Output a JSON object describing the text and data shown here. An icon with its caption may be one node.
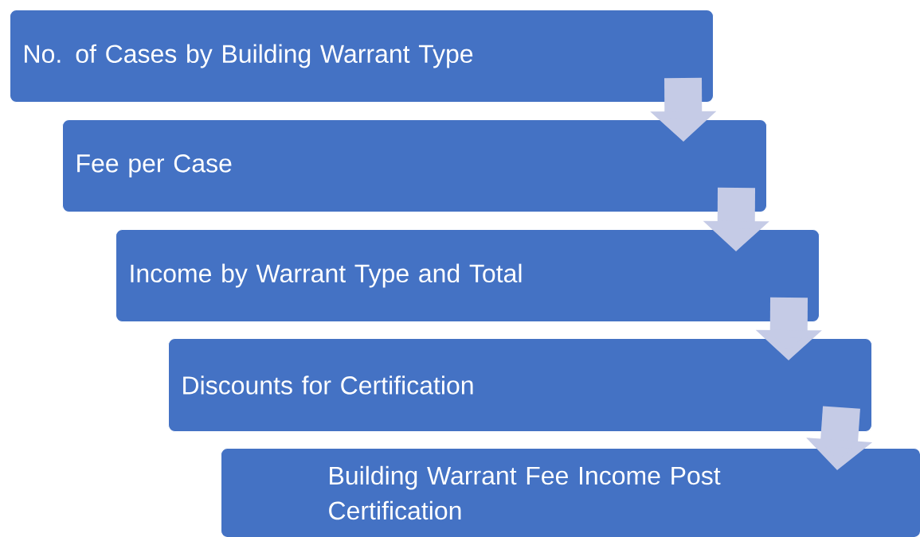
{
  "diagram": {
    "nodes": [
      {
        "text": [
          "No. of Cases by Building Warrant Type"
        ]
      },
      {
        "text": [
          "Fee per Case"
        ]
      },
      {
        "text": [
          "Income by Warrant Type and Total"
        ]
      },
      {
        "text": [
          "Discounts for Certification"
        ]
      },
      {
        "text": [
          "Building Warrant Fee Income Post Certification"
        ]
      }
    ],
    "edges": [
      {
        "from": 0,
        "to": 1,
        "arrow": "to"
      },
      {
        "from": 1,
        "to": 2,
        "arrow": "to"
      },
      {
        "from": 2,
        "to": 3,
        "arrow": "to"
      },
      {
        "from": 3,
        "to": 4,
        "arrow": "to"
      }
    ]
  }
}
